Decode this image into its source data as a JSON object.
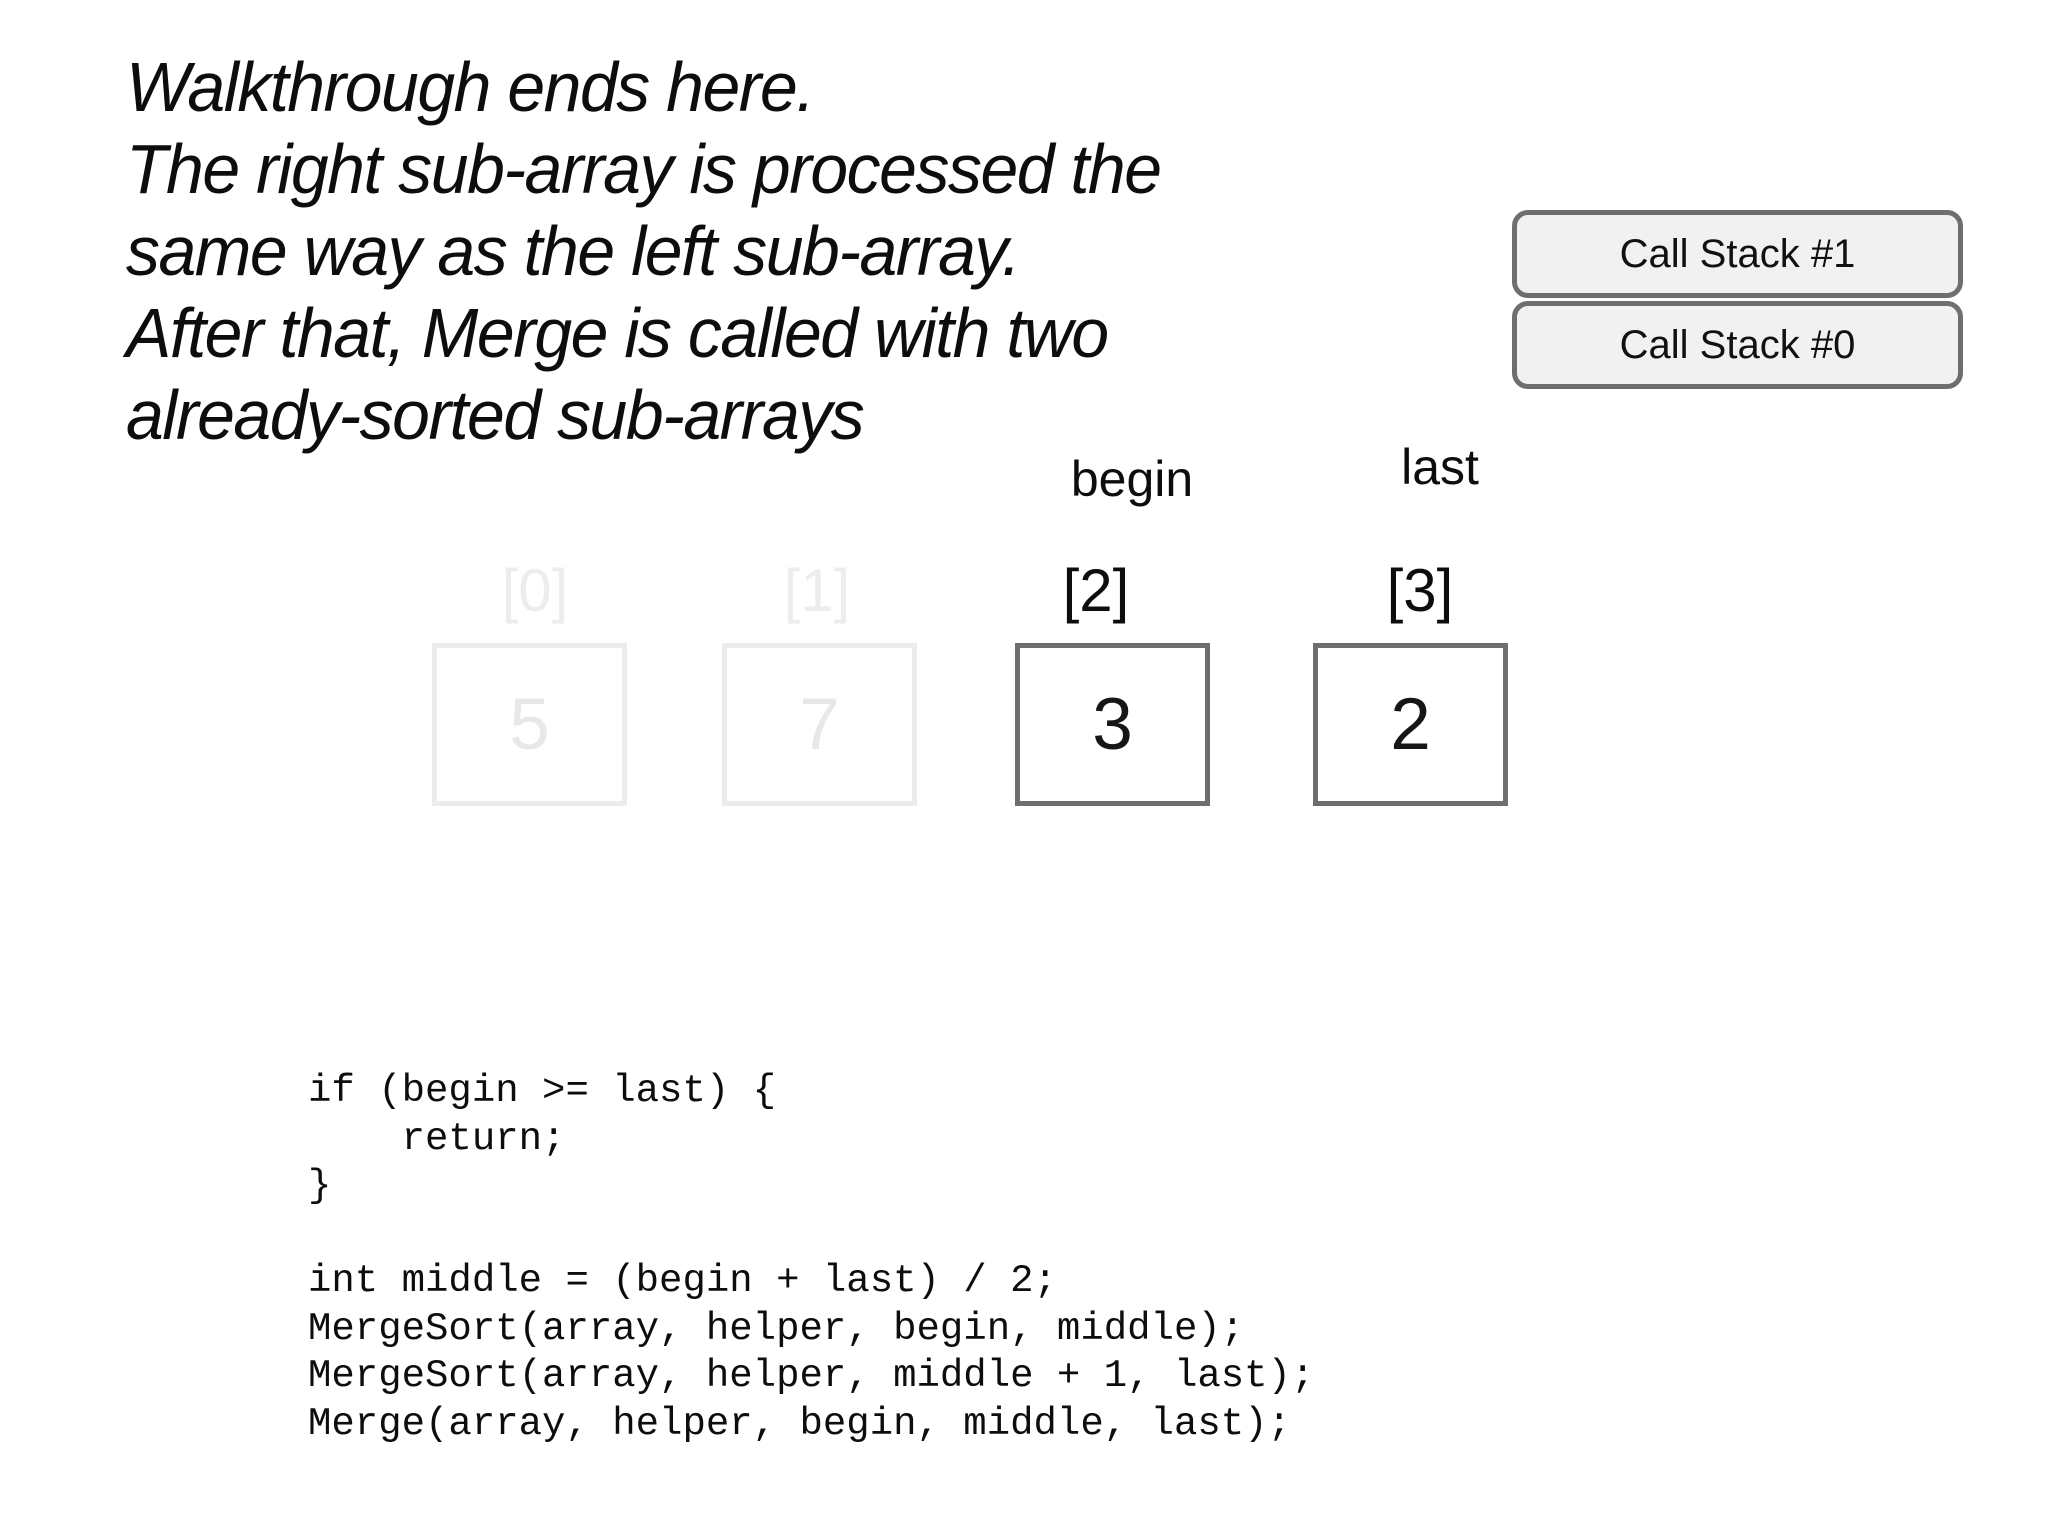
{
  "narration": {
    "lines": [
      "Walkthrough ends here.",
      "The right sub-array is processed the",
      "same way as the left sub-array.",
      "After that, Merge is called with two",
      "already-sorted sub-arrays"
    ]
  },
  "call_stack": {
    "frames": [
      {
        "label": "Call Stack #1"
      },
      {
        "label": "Call Stack #0"
      }
    ]
  },
  "pointers": {
    "begin": "begin",
    "last": "last"
  },
  "array": {
    "cells": [
      {
        "index": "[0]",
        "value": "5",
        "state": "faded"
      },
      {
        "index": "[1]",
        "value": "7",
        "state": "faded"
      },
      {
        "index": "[2]",
        "value": "3",
        "state": "active"
      },
      {
        "index": "[3]",
        "value": "2",
        "state": "active"
      }
    ]
  },
  "code": {
    "text": "if (begin >= last) {\n    return;\n}\n\nint middle = (begin + last) / 2;\nMergeSort(array, helper, begin, middle);\nMergeSort(array, helper, middle + 1, last);\nMerge(array, helper, begin, middle, last);"
  },
  "colors": {
    "background": "#ffffff",
    "text": "#0d0d0d",
    "frame_fill": "#f1f1f1",
    "frame_border": "#6e6e6e",
    "cell_border_active": "#6e6e6e",
    "cell_border_faded": "#ececec",
    "cell_text_faded": "#e8e8e8"
  }
}
